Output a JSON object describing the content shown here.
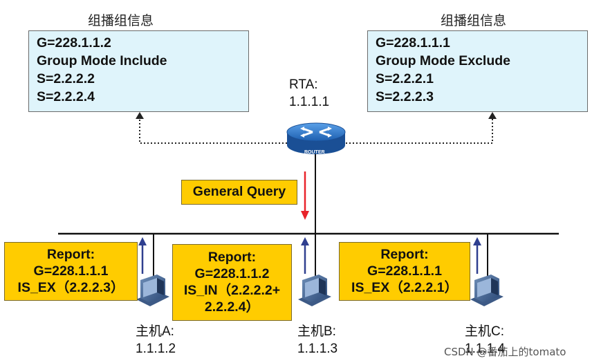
{
  "left_group": {
    "title": "组播组信息",
    "lines": [
      "G=228.1.1.2",
      "Group Mode Include",
      "S=2.2.2.2",
      "S=2.2.2.4"
    ]
  },
  "right_group": {
    "title": "组播组信息",
    "lines": [
      "G=228.1.1.1",
      "Group Mode Exclude",
      "S=2.2.2.1",
      "S=2.2.2.3"
    ]
  },
  "router": {
    "name": "RTA:",
    "ip": "1.1.1.1",
    "icon_label": "ROUTER"
  },
  "query_label": "General Query",
  "reports": [
    {
      "lines": [
        "Report:",
        "G=228.1.1.1",
        "IS_EX（2.2.2.3）"
      ]
    },
    {
      "lines": [
        "Report:",
        "G=228.1.1.2",
        "IS_IN（2.2.2.2+",
        "2.2.2.4）"
      ]
    },
    {
      "lines": [
        "Report:",
        "G=228.1.1.1",
        "IS_EX（2.2.2.1）"
      ]
    }
  ],
  "hosts": [
    {
      "name": "主机A:",
      "ip": "1.1.1.2"
    },
    {
      "name": "主机B:",
      "ip": "1.1.1.3"
    },
    {
      "name": "主机C:",
      "ip": "1.1.1.4"
    }
  ],
  "watermark": "CSDN @番茄上的tomato",
  "colors": {
    "info_box": "#dff4fb",
    "report_box": "#ffcc00",
    "query_arrow": "#e8232a",
    "report_arrow": "#2f3f8f",
    "router": "#2a6fc0"
  }
}
